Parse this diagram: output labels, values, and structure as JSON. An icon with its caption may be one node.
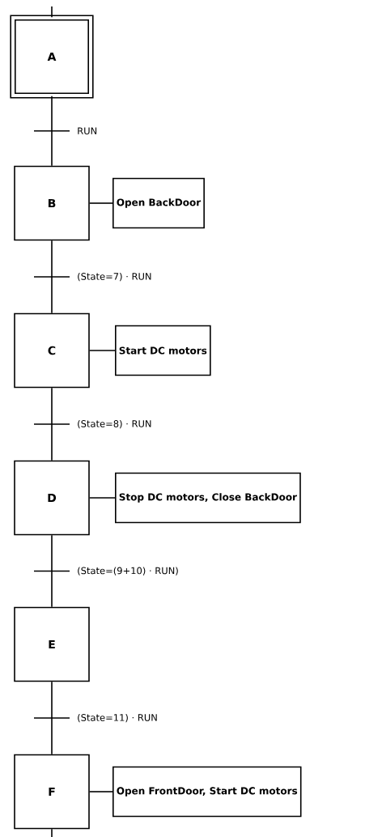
{
  "diagram": {
    "nodes": [
      {
        "text": [
          "A"
        ]
      },
      {
        "text": [
          "B"
        ]
      },
      {
        "text": [
          "Open BackDoor"
        ]
      },
      {
        "text": [
          "C"
        ]
      },
      {
        "text": [
          "Start DC motors"
        ]
      },
      {
        "text": [
          "D"
        ]
      },
      {
        "text": [
          "Stop DC motors, Close BackDoor"
        ]
      },
      {
        "text": [
          "E"
        ]
      },
      {
        "text": [
          "F"
        ]
      },
      {
        "text": [
          "Open FrontDoor, Start DC motors"
        ]
      }
    ],
    "edges": [
      {
        "from": null,
        "to": 0,
        "arrow": "none"
      },
      {
        "from": 0,
        "to": 1,
        "arrow": "none",
        "label": "RUN"
      },
      {
        "from": 1,
        "to": 2,
        "arrow": "none"
      },
      {
        "from": 1,
        "to": 3,
        "arrow": "none",
        "label": "(State=7) · RUN"
      },
      {
        "from": 3,
        "to": 4,
        "arrow": "none"
      },
      {
        "from": 3,
        "to": 5,
        "arrow": "none",
        "label": "(State=8) · RUN"
      },
      {
        "from": 5,
        "to": 6,
        "arrow": "none"
      },
      {
        "from": 5,
        "to": 7,
        "arrow": "none",
        "label": "(State=(9+10) · RUN)"
      },
      {
        "from": 7,
        "to": 8,
        "arrow": "none",
        "label": "(State=11) · RUN"
      },
      {
        "from": 8,
        "to": 9,
        "arrow": "none"
      },
      {
        "from": 8,
        "to": null,
        "arrow": "none"
      }
    ]
  }
}
